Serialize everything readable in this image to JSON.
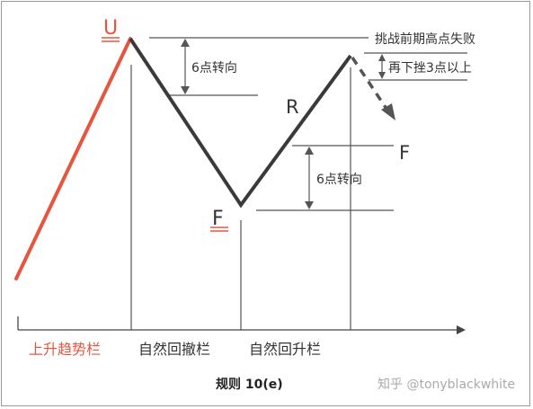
{
  "diagram": {
    "title": "规则 10(e)",
    "watermark": "知乎 @tonyblackwhite",
    "points": {
      "U": "U",
      "F_low": "F",
      "R": "R",
      "F_right": "F"
    },
    "annotations": {
      "top_right": "挑战前期高点失败",
      "retrace": "再下挫3点以上",
      "turn_left": "6点转向",
      "turn_mid": "6点转向"
    },
    "bars": {
      "uptrend": "上升趋势栏",
      "natural_reaction": "自然回撤栏",
      "natural_rally": "自然回升栏"
    },
    "colors": {
      "uptrend_line": "#e8553e",
      "main_line": "#3a3a3a",
      "guide_line": "#555555"
    }
  }
}
